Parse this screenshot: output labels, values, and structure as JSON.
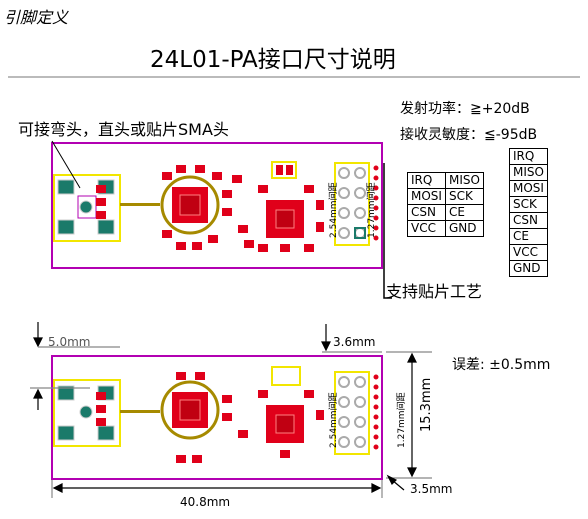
{
  "corner_label": "引脚定义",
  "title": "24L01-PA接口尺寸说明",
  "callout": "可接弯头，直头或贴片SMA头",
  "specs": {
    "tx": "发射功率：≧+20dB",
    "rx": "接收灵敏度：≦-95dB"
  },
  "smt_note": "支持贴片工艺",
  "tolerance": "误差: ±0.5mm",
  "pin_table_1": [
    [
      "IRQ",
      "MISO"
    ],
    [
      "MOSI",
      "SCK"
    ],
    [
      "CSN",
      "CE"
    ],
    [
      "VCC",
      "GND"
    ]
  ],
  "pin_table_2": [
    "IRQ",
    "MISO",
    "MOSI",
    "SCK",
    "CSN",
    "CE",
    "VCC",
    "GND"
  ],
  "pitch_labels": {
    "p254": "2.54mm间距",
    "p127": "1.27mm间距"
  },
  "dimensions": {
    "d50": "5.0mm",
    "d36": "3.6mm",
    "d35": "3.5mm",
    "d408": "40.8mm",
    "d153": "15.3mm"
  },
  "colors": {
    "board_outline": "#b200b2",
    "pad": "#e0001a",
    "silkscreen": "#f2e600",
    "via": "#1a7a6a",
    "trace": "#a68a00"
  }
}
